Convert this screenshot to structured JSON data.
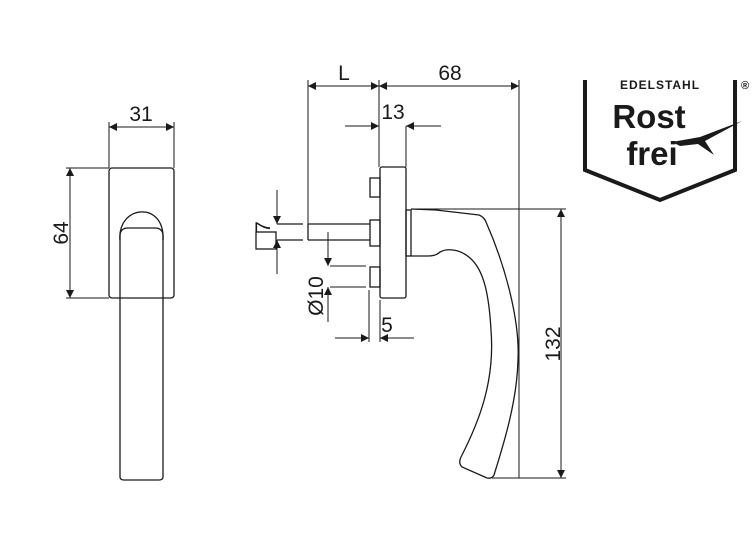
{
  "drawing": {
    "front_view": {
      "width_label": "31",
      "height_label": "64"
    },
    "side_view": {
      "spindle_length_label": "L",
      "projection_label": "68",
      "rosette_depth_label": "13",
      "spindle_square_label": "7",
      "screw_diameter_label": "Ø10",
      "pin_label": "5",
      "handle_height_label": "132"
    }
  },
  "logo": {
    "top_text": "EDELSTAHL",
    "registered": "®",
    "line1": "Rost",
    "line2": "frei"
  },
  "colors": {
    "ink": "#1a1a1a",
    "background": "#ffffff"
  }
}
